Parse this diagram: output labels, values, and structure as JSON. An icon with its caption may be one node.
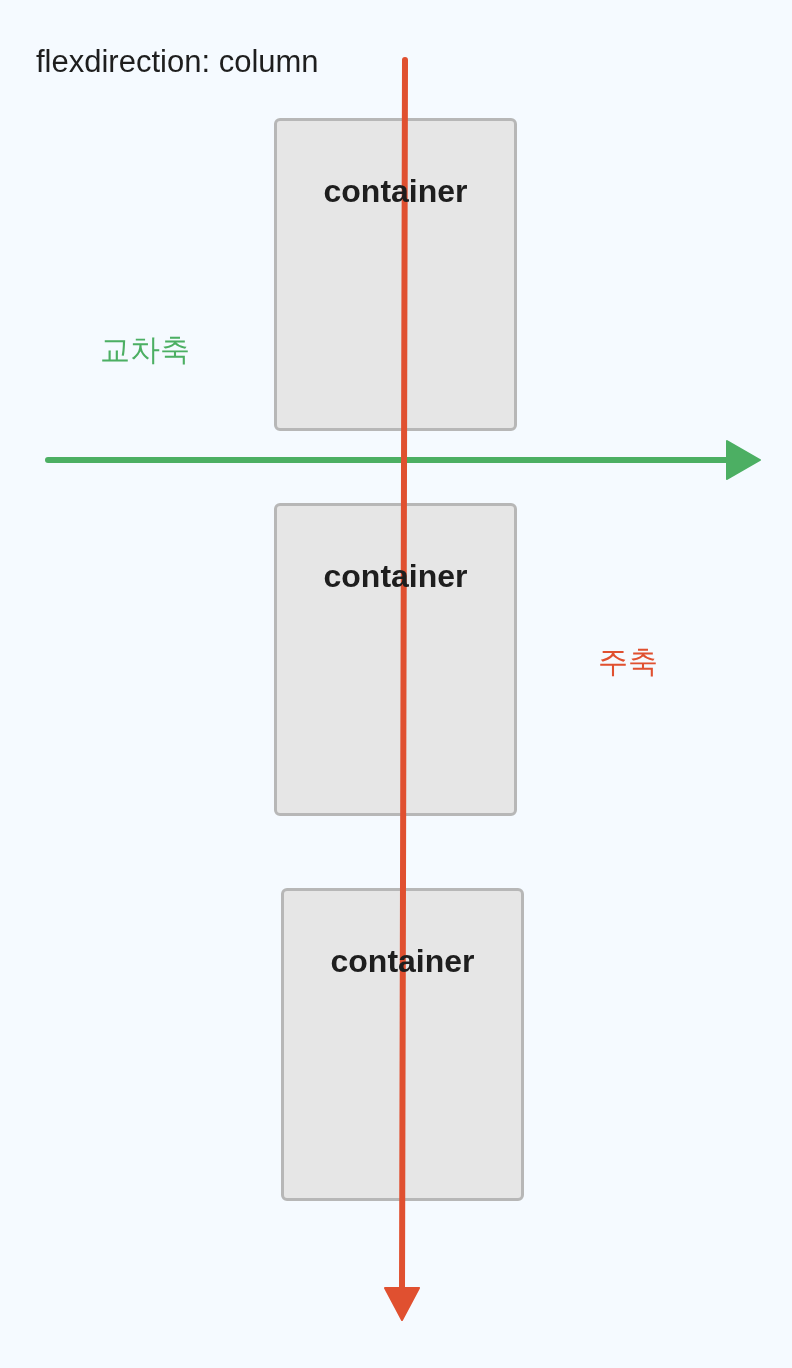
{
  "diagram": {
    "title": "flexdirection: column",
    "nodes": [
      {
        "text": [
          "container"
        ]
      },
      {
        "text": [
          "container"
        ]
      },
      {
        "text": [
          "container"
        ]
      }
    ],
    "labels": [
      "교차축",
      "주축"
    ]
  }
}
